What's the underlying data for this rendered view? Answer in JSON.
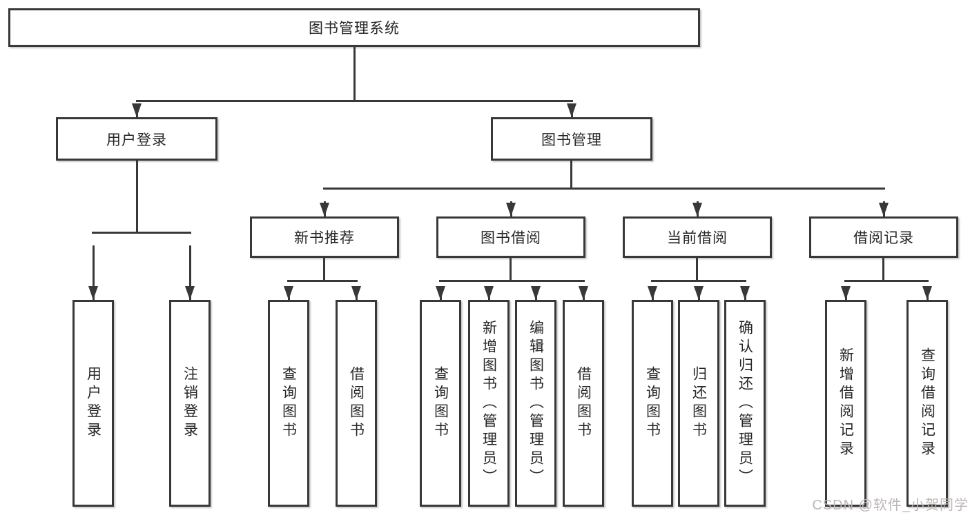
{
  "diagram": {
    "root": {
      "label": "图书管理系统"
    },
    "branches": {
      "user_login": {
        "label": "用户登录",
        "children": [
          "用户登录",
          "注销登录"
        ]
      },
      "book_mgmt": {
        "label": "图书管理",
        "sections": {
          "new_book": {
            "label": "新书推荐",
            "children": [
              "查询图书",
              "借阅图书"
            ]
          },
          "book_borrow": {
            "label": "图书借阅",
            "children": [
              "查询图书",
              "新增图书（管理员）",
              "编辑图书（管理员）",
              "借阅图书"
            ]
          },
          "current_borrow": {
            "label": "当前借阅",
            "children": [
              "查询图书",
              "归还图书",
              "确认归还（管理员）"
            ]
          },
          "borrow_records": {
            "label": "借阅记录",
            "children": [
              "新增借阅记录",
              "查询借阅记录"
            ]
          }
        }
      }
    }
  },
  "watermark": "CSDN @软件_小贺同学",
  "colors": {
    "line": "#383838",
    "text": "#262626",
    "watermark": "#bcb6b6",
    "background": "#ffffff"
  }
}
